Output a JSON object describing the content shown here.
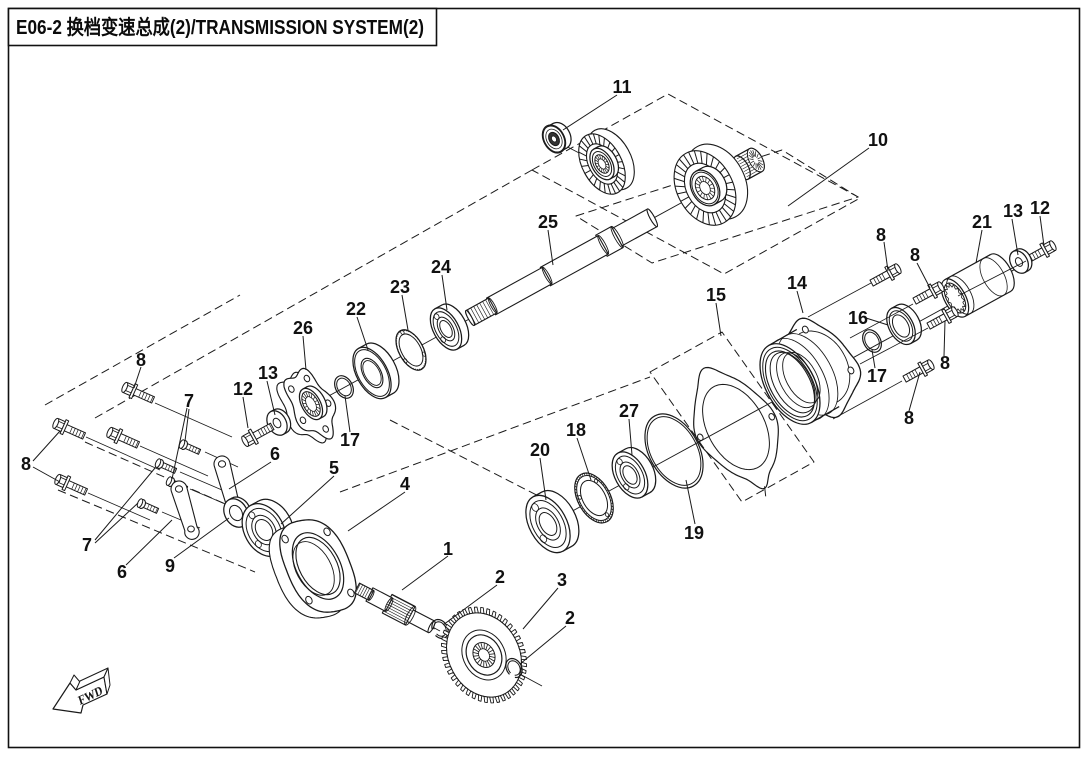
{
  "page": {
    "background": "#ffffff",
    "line_color": "#1a1a1a"
  },
  "title_block": {
    "text": "E06-2 换档变速总成(2)/TRANSMISSION SYSTEM(2)"
  },
  "fwd_arrow": {
    "label": "FWD"
  },
  "callouts": [
    {
      "part": "1",
      "text": "1"
    },
    {
      "part": "2",
      "text": "2"
    },
    {
      "part": "2",
      "text": "2"
    },
    {
      "part": "3",
      "text": "3"
    },
    {
      "part": "4",
      "text": "4"
    },
    {
      "part": "5",
      "text": "5"
    },
    {
      "part": "6",
      "text": "6"
    },
    {
      "part": "6",
      "text": "6"
    },
    {
      "part": "7",
      "text": "7"
    },
    {
      "part": "7",
      "text": "7"
    },
    {
      "part": "8",
      "text": "8"
    },
    {
      "part": "8",
      "text": "8"
    },
    {
      "part": "8",
      "text": "8"
    },
    {
      "part": "8",
      "text": "8"
    },
    {
      "part": "8",
      "text": "8"
    },
    {
      "part": "8",
      "text": "8"
    },
    {
      "part": "9",
      "text": "9"
    },
    {
      "part": "10",
      "text": "10"
    },
    {
      "part": "11",
      "text": "11"
    },
    {
      "part": "12",
      "text": "12"
    },
    {
      "part": "12",
      "text": "12"
    },
    {
      "part": "13",
      "text": "13"
    },
    {
      "part": "13",
      "text": "13"
    },
    {
      "part": "14",
      "text": "14"
    },
    {
      "part": "15",
      "text": "15"
    },
    {
      "part": "16",
      "text": "16"
    },
    {
      "part": "17",
      "text": "17"
    },
    {
      "part": "17",
      "text": "17"
    },
    {
      "part": "18",
      "text": "18"
    },
    {
      "part": "19",
      "text": "19"
    },
    {
      "part": "20",
      "text": "20"
    },
    {
      "part": "21",
      "text": "21"
    },
    {
      "part": "22",
      "text": "22"
    },
    {
      "part": "23",
      "text": "23"
    },
    {
      "part": "24",
      "text": "24"
    },
    {
      "part": "25",
      "text": "25"
    },
    {
      "part": "26",
      "text": "26"
    },
    {
      "part": "27",
      "text": "27"
    }
  ]
}
